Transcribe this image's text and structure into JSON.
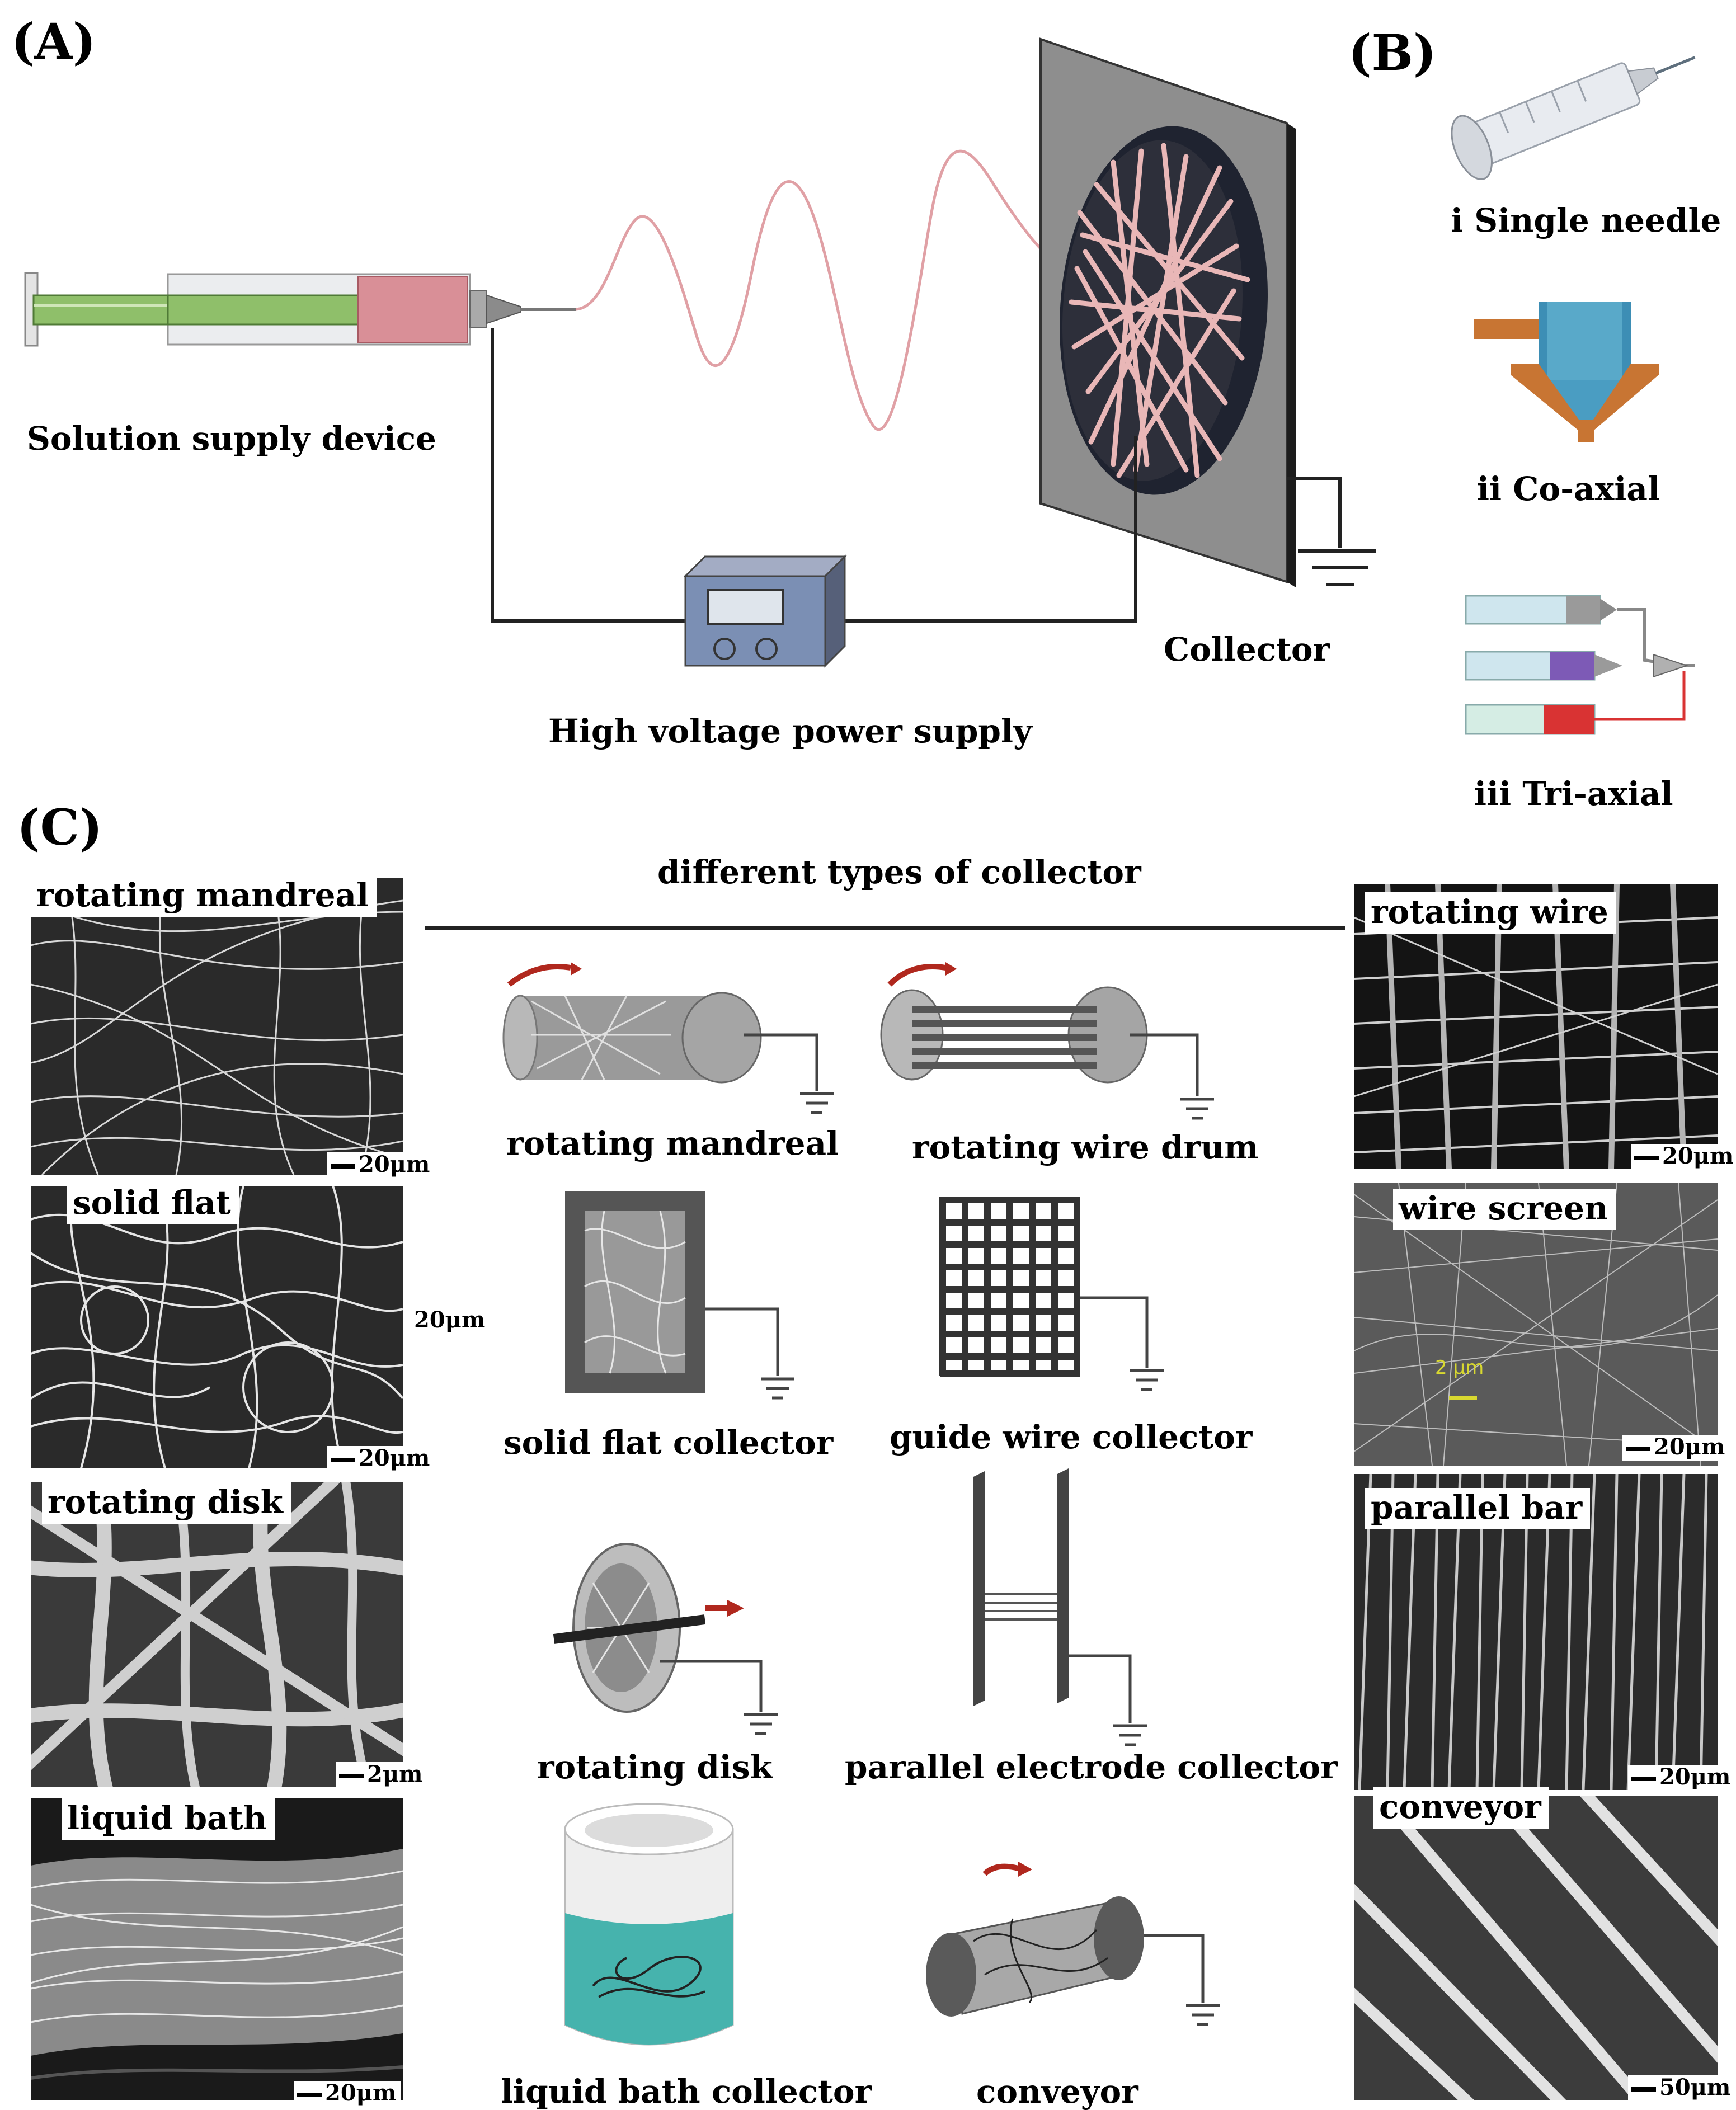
{
  "panels": {
    "a": "(A)",
    "b": "(B)",
    "c": "(C)"
  },
  "panel_a": {
    "solution_supply": "Solution supply device",
    "power_supply": "High voltage power supply",
    "collector": "Collector"
  },
  "panel_b": {
    "single": "i  Single needle",
    "coaxial": "ii  Co-axial",
    "triaxial": "iii  Tri-axial"
  },
  "panel_c": {
    "header": "different types of collector",
    "collectors": {
      "rotating_mandreal": "rotating mandreal",
      "rotating_wire_drum": "rotating wire drum",
      "solid_flat": "solid flat collector",
      "guide_wire": "guide wire collector",
      "rotating_disk": "rotating disk",
      "parallel_electrode": "parallel electrode collector",
      "liquid_bath": "liquid bath collector",
      "conveyor": "conveyor"
    },
    "left_images": [
      {
        "label": "rotating mandreal",
        "scale": "20μm"
      },
      {
        "label": "solid flat",
        "scale": "20μm"
      },
      {
        "label": "rotating disk",
        "scale": "2μm"
      },
      {
        "label": "liquid bath",
        "scale": "20μm"
      }
    ],
    "right_images": [
      {
        "label": "rotating wire",
        "scale": "20μm"
      },
      {
        "label": "wire screen",
        "scale": "20μm",
        "inner_scale": "2 μm"
      },
      {
        "label": "parallel bar",
        "scale": "20μm"
      },
      {
        "label": "conveyor",
        "scale": "50μm"
      }
    ],
    "stray_scale": "20μm"
  },
  "colors": {
    "plunger": "#8fbf6a",
    "barrel_tip": "#d98f97",
    "jet": "#e0a0a5",
    "fiber": "#e9b7b7",
    "plate": "#8e8e8e",
    "copper": "#c87533",
    "cone": "#59a9c9",
    "bath": "#46b3ad"
  }
}
